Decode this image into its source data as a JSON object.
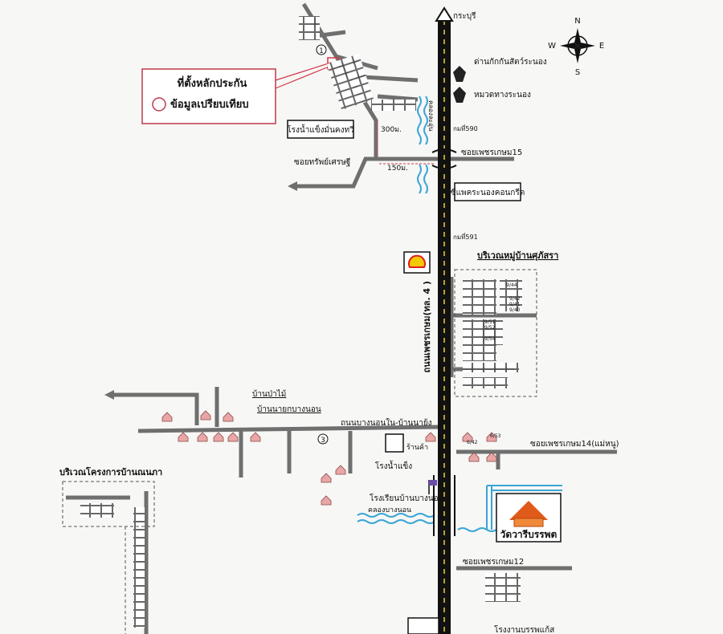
{
  "compass": {
    "n": "N",
    "s": "S",
    "e": "E",
    "w": "W"
  },
  "legend": {
    "location_label": "ที่ตั้งหลักประกัน",
    "comparison_label": "ข้อมูลเปรียบเทียบ",
    "marker_number": "1"
  },
  "labels": {
    "kraburi": "กระบุรี",
    "checkpoint_ranong": "ด่านกักกันสัตว์ระนอง",
    "highway_district": "หมวดทางระนอง",
    "km590": "กมที่590",
    "km591": "กมที่591",
    "ice_factory_top": "โรงน้ำแข็งมั่นคงทวี",
    "soi_sap_sethi": "ซอยทรัพย์เศรษฐี",
    "dist_300": "300ม.",
    "dist_150": "150ม.",
    "canal_top": "คลองละอุ่น",
    "soi_phetkasem_15": "ซอยเพชรเกษม15",
    "cpac_concrete": "ซีแพคระนองคอนกรีต",
    "village_area": "บริเวณหมู่บ้านศุภัสรา",
    "main_highway": "ถนนเพชรเกษม(ทล. 4 )",
    "road_bang_non": "ถนนบางนอนใน-บ้านนาย้ง",
    "house_pa_mai": "บ้านป่าไม้",
    "house_village_head": "บ้านนายกบางนอน",
    "marker_3": "3",
    "soi_phetkasem_14": "ซอยเพชรเกษม14(แม่หนู)",
    "shop": "ร้านค้า",
    "ice_factory": "โรงน้ำแข็ง",
    "school": "โรงเรียนบ้านบางนอน",
    "canal_bang_non": "คลองบางนอน",
    "temple": "วัดวารีบรรพต",
    "soi_phetkasem_12": "ซอยเพชรเกษม12",
    "housing_project": "บริเวณโครงการบ้านณนภา",
    "factory_bottom": "โรงงานบรรพแก้ส",
    "house_no_644": "9/44",
    "house_no_642": "9/42",
    "house_no_641": "9/41",
    "house_no_640": "9/40",
    "house_no_651": "9/51",
    "house_no_652": "9/52",
    "house_no_654": "9/54",
    "house_no_6_42": "6/42",
    "house_no_6_53": "6/53"
  },
  "colors": {
    "road": "#111111",
    "road_center": "#e8d23a",
    "side_road": "#6f6f6f",
    "water": "#3aa6d6",
    "legend_border": "#c0384a",
    "pointer": "#d23a4a",
    "temple": "#e05a1a",
    "shell_yellow": "#f6c800",
    "shell_red": "#dd1d21"
  }
}
